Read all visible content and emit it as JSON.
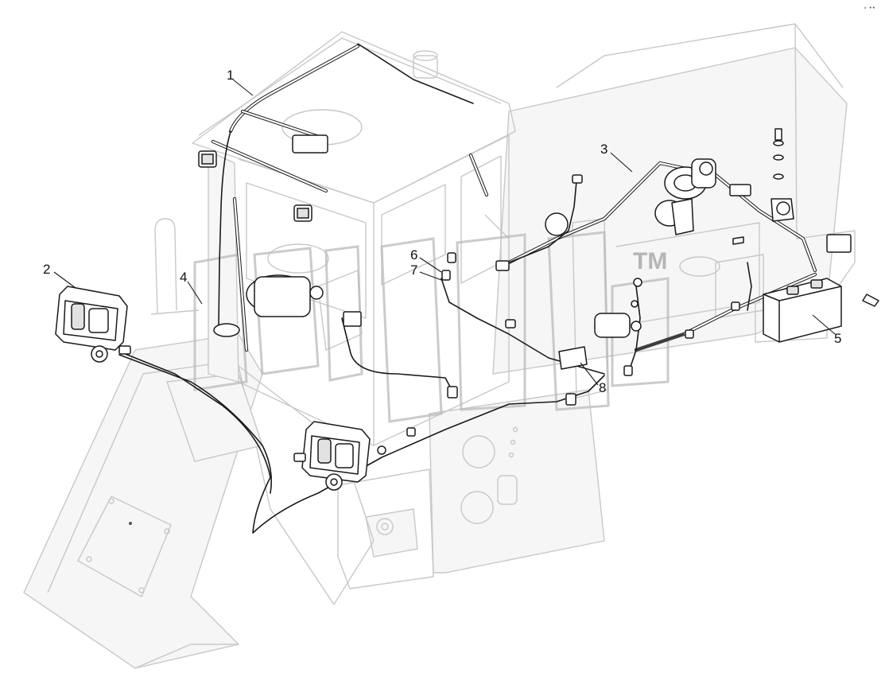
{
  "diagram": {
    "callouts": [
      {
        "id": "1",
        "label": "1"
      },
      {
        "id": "2",
        "label": "2"
      },
      {
        "id": "3",
        "label": "3"
      },
      {
        "id": "4",
        "label": "4"
      },
      {
        "id": "5",
        "label": "5"
      },
      {
        "id": "6",
        "label": "6"
      },
      {
        "id": "7",
        "label": "7"
      },
      {
        "id": "8",
        "label": "8"
      }
    ],
    "watermark": {
      "text": "TM"
    },
    "corner_mark": "∘ ••"
  }
}
